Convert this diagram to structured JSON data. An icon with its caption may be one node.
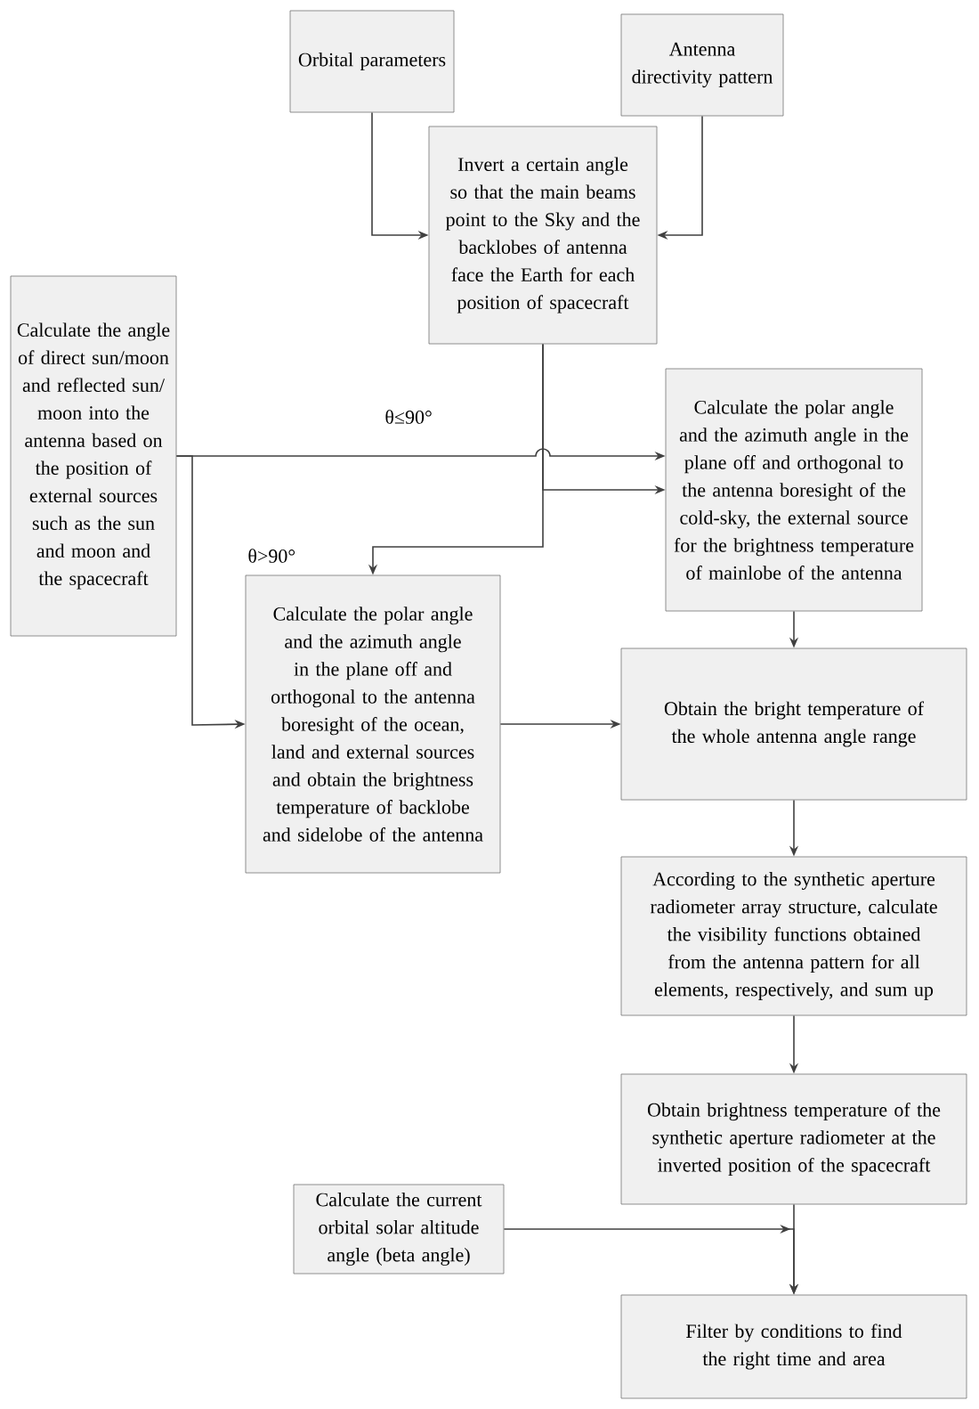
{
  "diagram": {
    "nodes": [
      {
        "text": [
          "Orbital parameters"
        ]
      },
      {
        "text": [
          "Antenna directivity pattern"
        ]
      },
      {
        "text": [
          "Invert a certain angle so that the main beams point to the Sky and the backlobes of antenna face the Earth for each position of spacecraft"
        ]
      },
      {
        "text": [
          "Calculate the angle of direct sun/moon and reflected sun/ moon into the antenna based on the position of external sources such as the sun and moon and the spacecraft"
        ]
      },
      {
        "text": [
          "Calculate the polar angle and the azimuth angle in the plane off and orthogonal to the antenna boresight of the cold-sky, the external source for the brightness temperature of mainlobe of the antenna"
        ]
      },
      {
        "text": [
          "Calculate the polar angle and the azimuth angle in the plane off and orthogonal to the antenna boresight of the ocean, land and external sources and obtain the brightness temperature of backlobe and sidelobe of the antenna"
        ]
      },
      {
        "text": [
          "Obtain the bright temperature of the whole antenna angle range"
        ]
      },
      {
        "text": [
          "According to the synthetic aperture radiometer array structure, calculate the visibility functions obtained from the antenna pattern for all elements, respectively, and sum up"
        ]
      },
      {
        "text": [
          "Obtain brightness temperature of the synthetic aperture radiometer at the inverted position of the spacecraft"
        ]
      },
      {
        "text": [
          "Calculate the current orbital solar altitude angle (beta angle)"
        ]
      },
      {
        "text": [
          "Filter by conditions to find the right time and area"
        ]
      }
    ],
    "edges": [
      {
        "from": 0,
        "to": 2,
        "arrow": "to"
      },
      {
        "from": 1,
        "to": 2,
        "arrow": "to"
      },
      {
        "from": 3,
        "to": 4,
        "arrow": "to",
        "label": "θ≤90°"
      },
      {
        "from": 3,
        "to": 5,
        "arrow": "to",
        "label": "θ>90°"
      },
      {
        "from": 2,
        "to": 4,
        "arrow": "to"
      },
      {
        "from": 2,
        "to": 5,
        "arrow": "to"
      },
      {
        "from": 4,
        "to": 6,
        "arrow": "to"
      },
      {
        "from": 5,
        "to": 6,
        "arrow": "to"
      },
      {
        "from": 6,
        "to": 7,
        "arrow": "to"
      },
      {
        "from": 7,
        "to": 8,
        "arrow": "to"
      },
      {
        "from": 8,
        "to": 10,
        "arrow": "to"
      },
      {
        "from": 9,
        "to": 10,
        "arrow": "to"
      }
    ]
  }
}
